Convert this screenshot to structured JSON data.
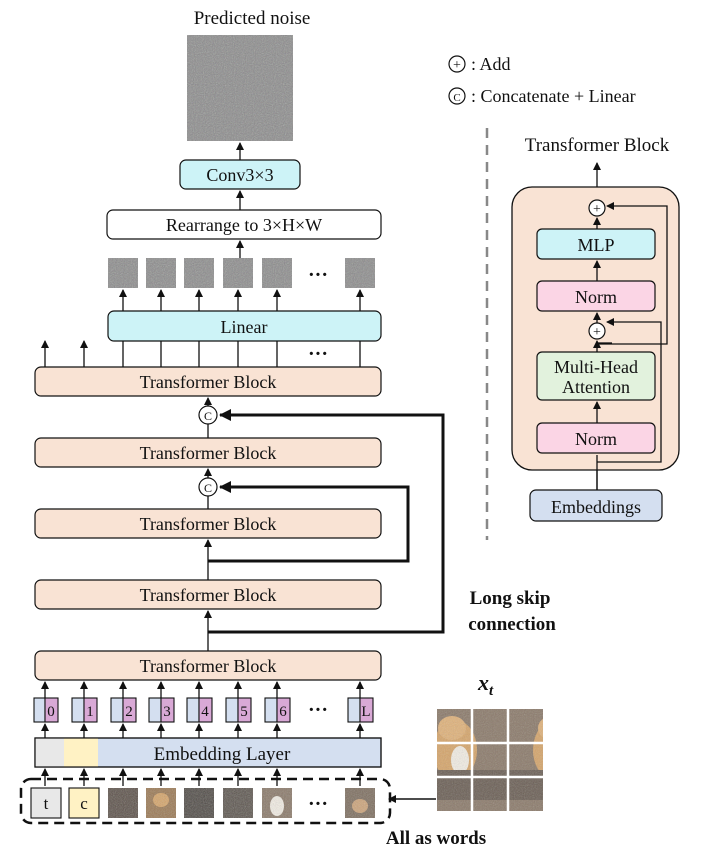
{
  "title": "Predicted noise",
  "legend": {
    "add_symbol": "+",
    "add_label": ": Add",
    "concat_symbol": "C",
    "concat_label": ": Concatenate + Linear"
  },
  "main": {
    "conv_label": "Conv3×3",
    "rearrange_label": "Rearrange to 3×H×W",
    "linear_label": "Linear",
    "transformer_block_label": "Transformer Block",
    "ellipsis": "···",
    "long_skip_label_line1": "Long skip",
    "long_skip_label_line2": "connection",
    "embedding_layer_label": "Embedding Layer",
    "position_tokens": [
      "0",
      "1",
      "2",
      "3",
      "4",
      "5",
      "6",
      "L"
    ],
    "input_tokens": [
      "t",
      "c"
    ],
    "xt_label": "x",
    "xt_subscript": "t",
    "all_as_words_label": "All as words"
  },
  "detail": {
    "title": "Transformer Block",
    "mlp_label": "MLP",
    "norm_label": "Norm",
    "attention_line1": "Multi-Head",
    "attention_line2": "Attention",
    "embeddings_label": "Embeddings",
    "add_symbol": "+"
  },
  "colors": {
    "block_fill": "#f9e3d4",
    "cyan_fill": "#cdf3f7",
    "pink_fill": "#fbd5e5",
    "green_fill": "#e2f2dd",
    "blue_fill": "#d4dff0",
    "purple_fill": "#d9a9d6",
    "token_blue": "#d4dff0",
    "t_fill": "#e8e8e8",
    "c_fill": "#fff2c4",
    "noise": "#8a8a8a"
  }
}
